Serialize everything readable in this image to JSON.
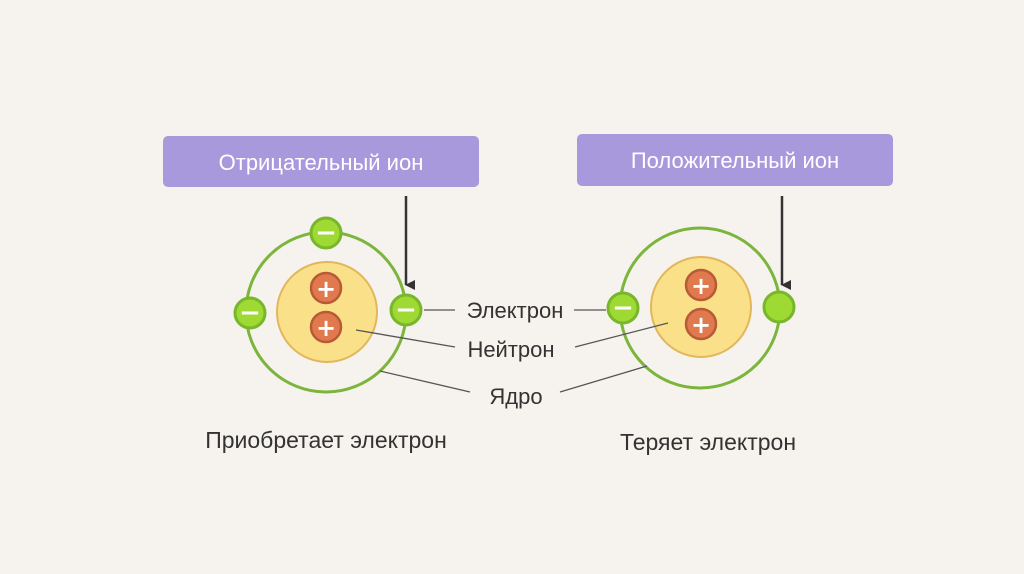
{
  "left_ion": {
    "title": "Отрицательный ион",
    "caption": "Приобретает электрон",
    "electron_sign": "−",
    "proton_sign": "+"
  },
  "right_ion": {
    "title": "Положительный ион",
    "caption": "Теряет электрон",
    "electron_sign": "−",
    "proton_sign": "+"
  },
  "labels": {
    "electron": "Электрон",
    "neutron": "Нейтрон",
    "nucleus": "Ядро"
  },
  "colors": {
    "background": "#f6f2ee",
    "header_fill": "#a898dc",
    "orbit": "#7cb53c",
    "nucleus_fill": "#fbe08a",
    "nucleus_stroke": "#e2b75c",
    "electron_fill": "#9ed934",
    "electron_stroke": "#78b62c",
    "proton_fill": "#e07a4e",
    "proton_stroke": "#b85a35",
    "arrow": "#333333",
    "leader": "#555555"
  },
  "icons": {
    "electron": "minus-circle-icon",
    "proton": "plus-circle-icon",
    "missing_electron": "empty-electron-circle-icon"
  }
}
